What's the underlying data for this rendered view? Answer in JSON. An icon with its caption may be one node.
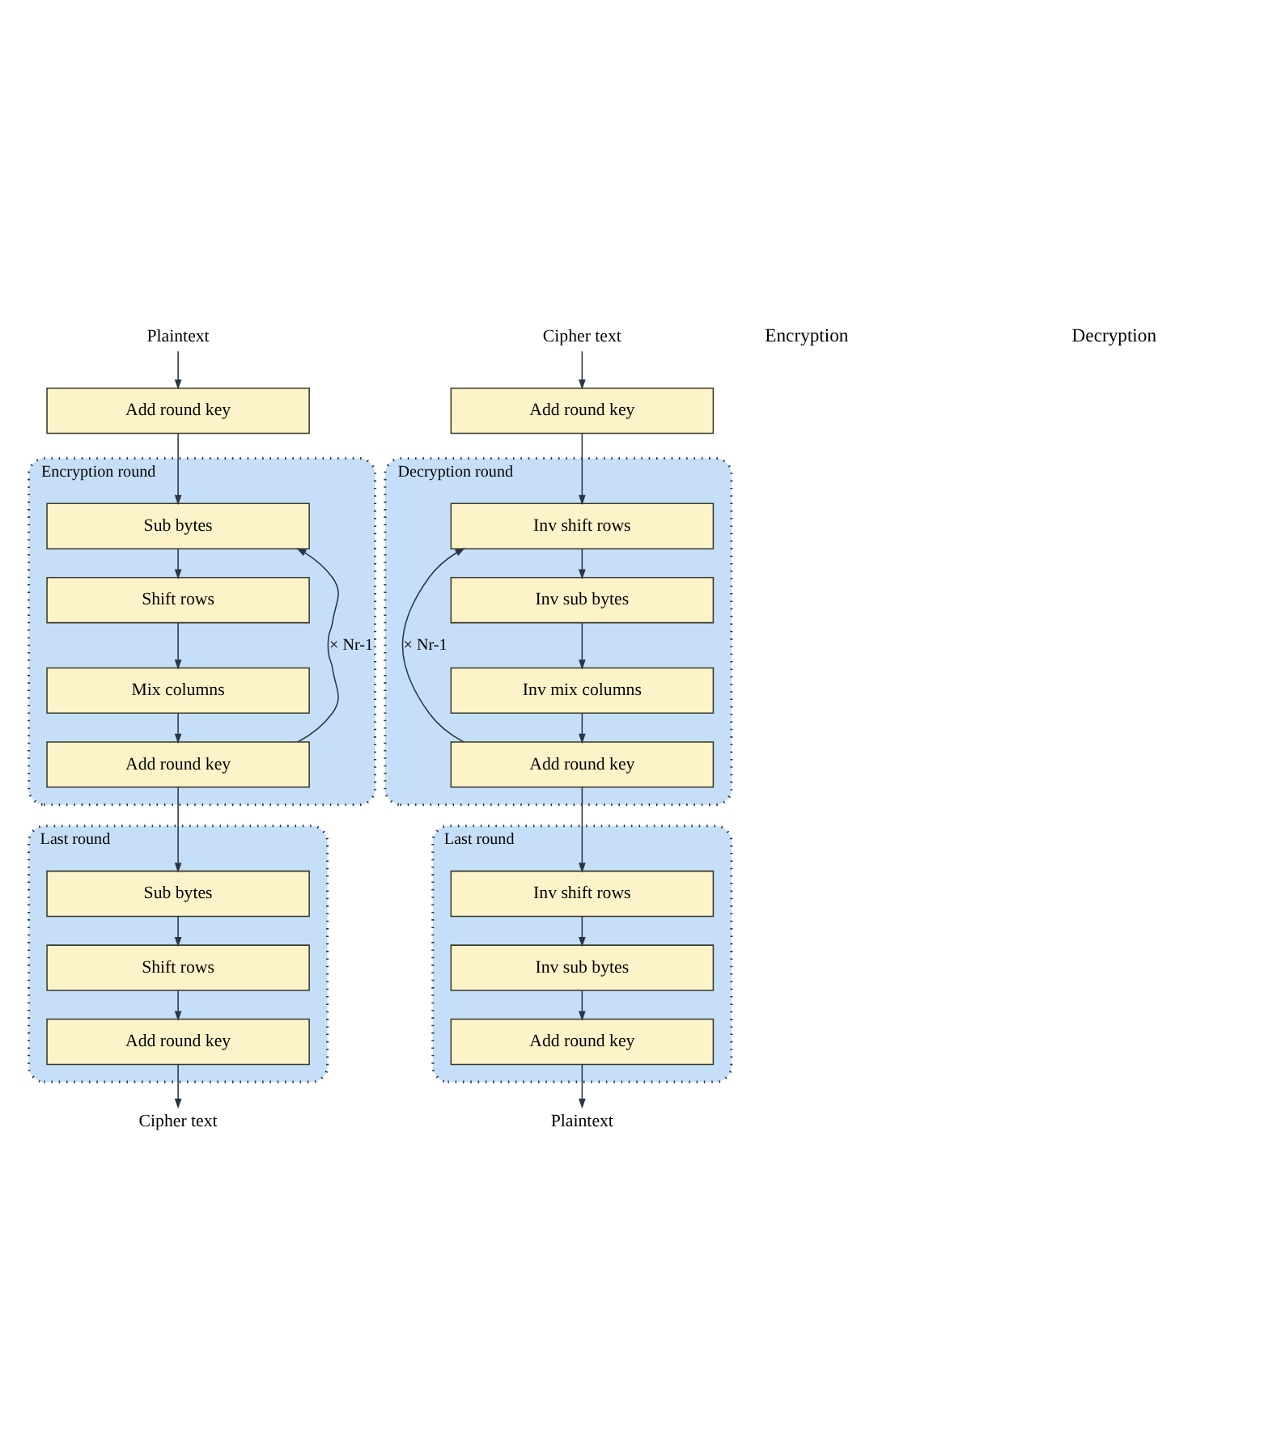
{
  "diagram": {
    "nodes": [
      {
        "text": [
          "Plaintext"
        ]
      },
      {
        "text": [
          "Add round key"
        ]
      },
      {
        "text": [
          "Encryption round"
        ]
      },
      {
        "text": [
          "Sub bytes"
        ],
        "in": 2
      },
      {
        "text": [
          "Shift rows"
        ],
        "in": 2
      },
      {
        "text": [
          "Mix columns"
        ],
        "in": 2
      },
      {
        "text": [
          "Add round key"
        ],
        "in": 2
      },
      {
        "text": [
          "Last round"
        ]
      },
      {
        "text": [
          "Sub bytes"
        ],
        "in": 7
      },
      {
        "text": [
          "Shift rows"
        ],
        "in": 7
      },
      {
        "text": [
          "Add round key"
        ],
        "in": 7
      },
      {
        "text": [
          "Cipher text"
        ]
      },
      {
        "text": [
          "Plaintext"
        ]
      },
      {
        "text": [
          "Last round"
        ]
      },
      {
        "text": [
          "Add round key"
        ],
        "in": 13
      },
      {
        "text": [
          "Inv sub bytes"
        ],
        "in": 13
      },
      {
        "text": [
          "Inv shift rows"
        ],
        "in": 13
      },
      {
        "text": [
          "Decryption round"
        ]
      },
      {
        "text": [
          "Add round key"
        ],
        "in": 17
      },
      {
        "text": [
          "Inv mix columns"
        ],
        "in": 17
      },
      {
        "text": [
          "Inv sub bytes"
        ],
        "in": 17
      },
      {
        "text": [
          "Inv shift rows"
        ],
        "in": 17
      },
      {
        "text": [
          "Add round key"
        ]
      },
      {
        "text": [
          "Cipher text"
        ]
      }
    ],
    "edges": [
      {
        "from": 0,
        "to": 1,
        "arrow": "to"
      },
      {
        "from": 1,
        "to": 3,
        "arrow": "to"
      },
      {
        "from": 3,
        "to": 4,
        "arrow": "to"
      },
      {
        "from": 4,
        "to": 5,
        "arrow": "to"
      },
      {
        "from": 5,
        "to": 6,
        "arrow": "to"
      },
      {
        "from": 6,
        "to": 3,
        "arrow": "to",
        "label": "× Nr-1"
      },
      {
        "from": 6,
        "to": 8,
        "arrow": "to"
      },
      {
        "from": 8,
        "to": 9,
        "arrow": "to"
      },
      {
        "from": 9,
        "to": 10,
        "arrow": "to"
      },
      {
        "from": 10,
        "to": 11,
        "arrow": "to"
      },
      {
        "from": 23,
        "to": 22,
        "arrow": "to"
      },
      {
        "from": 22,
        "to": 21,
        "arrow": "to"
      },
      {
        "from": 21,
        "to": 20,
        "arrow": "to"
      },
      {
        "from": 20,
        "to": 19,
        "arrow": "to"
      },
      {
        "from": 19,
        "to": 18,
        "arrow": "to"
      },
      {
        "from": 18,
        "to": 21,
        "arrow": "to",
        "label": "× Nr-1"
      },
      {
        "from": 18,
        "to": 16,
        "arrow": "to"
      },
      {
        "from": 16,
        "to": 15,
        "arrow": "to"
      },
      {
        "from": 15,
        "to": 14,
        "arrow": "to"
      },
      {
        "from": 14,
        "to": 12,
        "arrow": "to"
      }
    ],
    "labels": [
      "Encryption",
      "Decryption"
    ]
  }
}
